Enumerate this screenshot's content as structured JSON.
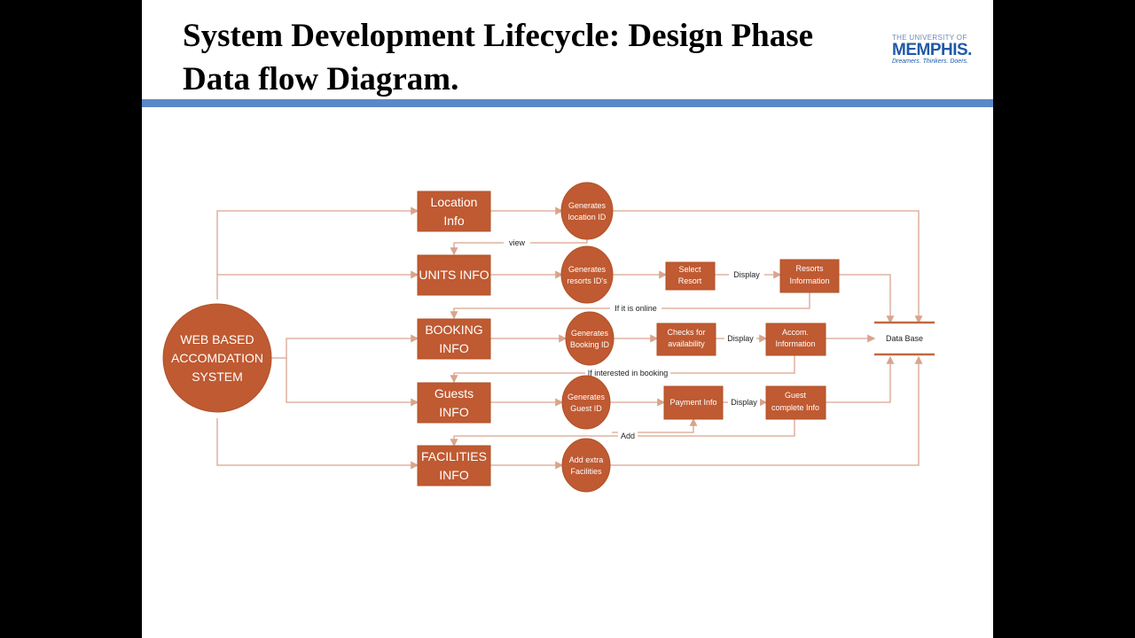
{
  "slide": {
    "title_line1": "System Development Lifecycle: Design Phase",
    "title_line2": "Data flow Diagram."
  },
  "logo": {
    "line1": "THE UNIVERSITY OF",
    "line2": "MEMPHIS.",
    "line3": "Dreamers. Thinkers. Doers."
  },
  "colors": {
    "node_fill": "#bf5a32",
    "flow_line": "#d9a48e",
    "rule_bar": "#5b88c6"
  },
  "diagram": {
    "system": [
      "WEB BASED",
      "ACCOMDATION",
      "SYSTEM"
    ],
    "location_info": [
      "Location",
      "Info"
    ],
    "units_info": [
      "UNITS INFO"
    ],
    "booking_info": [
      "BOOKING",
      "INFO"
    ],
    "guests_info": [
      "Guests",
      "INFO"
    ],
    "facilities_info": [
      "FACILITIES",
      "INFO"
    ],
    "gen_location": [
      "Generates",
      "location ID"
    ],
    "gen_resorts": [
      "Generates",
      "resorts ID's"
    ],
    "gen_booking": [
      "Generates",
      "Booking ID"
    ],
    "gen_guest": [
      "Generates",
      "Guest ID"
    ],
    "add_facilities": [
      "Add extra",
      "Facilities"
    ],
    "select_resort": [
      "Select",
      "Resort"
    ],
    "resorts_information": [
      "Resorts",
      "Information"
    ],
    "checks_availability": [
      "Checks for",
      "availability"
    ],
    "accom_information": [
      "Accom.",
      "Information"
    ],
    "payment_info": [
      "Payment Info"
    ],
    "guest_complete": [
      "Guest",
      "complete Info"
    ],
    "database": "Data Base",
    "edge_view": "view",
    "edge_display_1": "Display",
    "edge_if_online": "If it is online",
    "edge_display_2": "Display",
    "edge_if_interested": "If interested in booking",
    "edge_display_3": "Display",
    "edge_add": "Add"
  }
}
